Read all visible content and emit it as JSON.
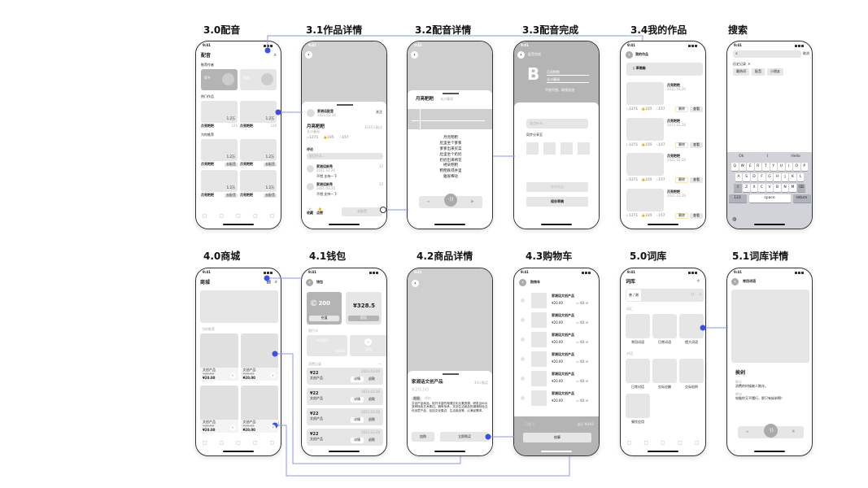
{
  "titles": [
    "3.0配音",
    "3.1作品详情",
    "3.2配音详情",
    "3.3配音完成",
    "3.4我的作品",
    "搜索",
    "4.0商城",
    "4.1钱包",
    "4.2商品详情",
    "4.3购物车",
    "5.0词库",
    "5.1词库详情"
  ],
  "status_time": "9:41",
  "accent": "#3b4ee8",
  "tabs": [
    "首页",
    "配音",
    "词库",
    "商城",
    "我的"
  ],
  "p30": {
    "title": "配音",
    "sec1": "推荐作者",
    "cards": [
      {
        "name": "家乡",
        "sub": "推荐"
      },
      {
        "name": "精选",
        "sub": "推荐"
      }
    ],
    "sec2": "热门作品",
    "hot": [
      {
        "name": "月亮粑粑",
        "count": "1.2万",
        "likes": "235"
      },
      {
        "name": "月亮粑粑",
        "count": "1.2万",
        "likes": "235"
      }
    ],
    "sec3": "为你推荐",
    "rec": [
      {
        "name": "月亮粑粑",
        "count": "1.2万",
        "btn": "去配音"
      },
      {
        "name": "月亮粑粑",
        "count": "1.2万",
        "btn": "去配音"
      },
      {
        "name": "月亮粑粑",
        "count": "1.2万",
        "btn": "去配音"
      },
      {
        "name": "月亮粑粑",
        "count": "1.2万",
        "btn": "去配音"
      }
    ]
  },
  "p31": {
    "author": "家湘话配音",
    "author_sub": "2021.03.26",
    "follow": "关注",
    "title": "月亮粑粑",
    "sub": "长沙童谣",
    "count": "3235人配过",
    "stats": [
      "1271",
      "235",
      "157"
    ],
    "comment_label": "评论",
    "comment_placeholder": "说点什么...",
    "comments": [
      {
        "user": "家湘话新秀",
        "date": "2021.03.26",
        "text": "不错 支持一下",
        "likes": "12"
      },
      {
        "user": "家湘话新秀",
        "date": "2021.03.26",
        "text": "不错 支持一下",
        "likes": "12"
      }
    ],
    "star": "收藏",
    "like": "点赞",
    "cta": "去配音"
  },
  "p32": {
    "title": "月亮粑粑",
    "sub": "长沙童谣",
    "lyrics": [
      "月亮粑粑",
      "肚里坐个爹爹",
      "爹爹出来买菜",
      "肚里坐个奶奶",
      "奶奶出来绣花",
      "绣朵粑粑",
      "粑粑跌得井里",
      "雅雀啄哒"
    ],
    "ctrl": [
      "重听",
      "播放"
    ]
  },
  "p33": {
    "title": "配音完成",
    "logo": "B",
    "line1": "月亮粑粑",
    "line2": "长沙童谣",
    "caption": "不错不错，继续加油",
    "placeholder": "说点什么...",
    "share": "同步分享至",
    "publish": "发布作品",
    "save": "保存草稿"
  },
  "p34": {
    "title": "我的作品",
    "drafts": "草稿箱",
    "items": [
      {
        "name": "月亮粑粑",
        "date": "2021.03.26",
        "stats": [
          "1271",
          "235",
          "157"
        ],
        "del": "删除",
        "view": "查看"
      },
      {
        "name": "月亮粑粑",
        "date": "2021.03.26",
        "stats": [
          "1271",
          "235",
          "157"
        ],
        "del": "删除",
        "view": "查看"
      },
      {
        "name": "月亮粑粑",
        "date": "2021.03.26",
        "stats": [
          "1271",
          "235",
          "157"
        ],
        "del": "删除",
        "view": "查看"
      },
      {
        "name": "月亮粑粑",
        "date": "2021.03.26",
        "stats": [
          "1271",
          "235",
          "157"
        ],
        "del": "删除",
        "view": "查看"
      }
    ]
  },
  "search": {
    "cancel": "取消",
    "history": "历史记录",
    "chips": [
      "最热词",
      "配音",
      "小朋友"
    ],
    "suggest": [
      "Ok",
      "I",
      "Hello"
    ],
    "row1": [
      "Q",
      "W",
      "E",
      "R",
      "T",
      "Y",
      "U",
      "I",
      "O",
      "P"
    ],
    "row2": [
      "A",
      "S",
      "D",
      "F",
      "G",
      "H",
      "J",
      "K",
      "L"
    ],
    "row3": [
      "Z",
      "X",
      "C",
      "V",
      "B",
      "N",
      "M"
    ],
    "num": "123",
    "space": "space",
    "ret": "return"
  },
  "p40": {
    "title": "商城",
    "sec": "为你推荐",
    "products": [
      {
        "name": "文创产品",
        "old": "¥36.00",
        "price": "¥20.00"
      },
      {
        "name": "文创产品",
        "old": "¥36.00",
        "price": "¥20.00"
      },
      {
        "name": "文创产品",
        "old": "¥36.00",
        "price": "¥20.00"
      },
      {
        "name": "文创产品",
        "old": "¥36.00",
        "price": "¥20.00"
      }
    ]
  },
  "p41": {
    "title": "钱包",
    "coins": "200",
    "recharge": "充值",
    "balance": "¥328.5",
    "withdraw": "提现",
    "bank_label": "银行卡",
    "bank": "中国银行",
    "bank_no": "8838",
    "add": "添加",
    "records": "消费记录",
    "more": "—",
    "list": [
      {
        "amount": "¥22",
        "name": "文创产品",
        "date": "2021.03.26",
        "a": "详情",
        "b": "退款"
      },
      {
        "amount": "¥22",
        "name": "文创产品",
        "date": "2021.03.26",
        "a": "详情",
        "b": "退款"
      },
      {
        "amount": "¥22",
        "name": "文创产品",
        "date": "2021.03.26",
        "a": "详情",
        "b": "退款"
      },
      {
        "amount": "¥22",
        "name": "文创产品",
        "date": "2021.03.26",
        "a": "详情",
        "b": "退款"
      }
    ]
  },
  "p42": {
    "title": "家湘话文创产品",
    "price": "¥20.00",
    "sold": "34人购买",
    "tags": [
      "限量",
      "评价"
    ],
    "desc": "文创产品商品，依托丰富的湖湘文化元素资源，研发出600多种特色艺术周边，拥有传承，文创生活用品的湖湘特色文化创意产品，包括文化周边、生活用品等，以满足需求。",
    "cart": "加购",
    "buy": "立即购买"
  },
  "p43": {
    "title": "购物车",
    "items": [
      {
        "name": "家湘话文创产品",
        "price": "¥20.00",
        "qty": "01"
      },
      {
        "name": "家湘话文创产品",
        "price": "¥20.00",
        "qty": "01"
      },
      {
        "name": "家湘话文创产品",
        "price": "¥20.00",
        "qty": "01"
      },
      {
        "name": "家湘话文创产品",
        "price": "¥20.00",
        "qty": "01"
      },
      {
        "name": "家湘话文创产品",
        "price": "¥20.00",
        "qty": "01"
      },
      {
        "name": "家湘话文创产品",
        "price": "¥20.00",
        "qty": "01"
      }
    ],
    "selected": "已选 5",
    "total": "总计 ¥292",
    "checkout": "结算"
  },
  "p50": {
    "title": "词库",
    "lang": "普 / 湘",
    "sec1": "词汇",
    "words": [
      "常用词语",
      "日常词语",
      "俚大词语"
    ],
    "sec2": "对话",
    "dialogs": [
      "日常对话",
      "交际应酬",
      "交际俗例",
      "餐饮应用"
    ]
  },
  "p51": {
    "title": "常用词语",
    "word": "挨剁",
    "meaning_label": "释义",
    "meaning": "消费的时候被人欺诈。",
    "example_label": "例句",
    "example": "电脑你又不懂行，那只有挨剁啊！"
  }
}
